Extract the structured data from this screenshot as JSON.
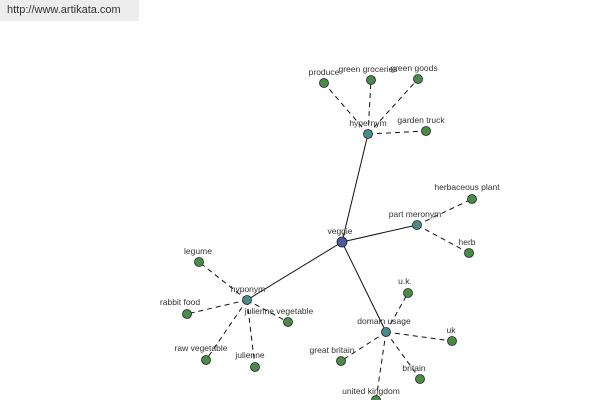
{
  "header": {
    "url": "http://www.artikata.com"
  },
  "colors": {
    "root_node": "#4a5a9a",
    "relation_node": "#4a8a8a",
    "leaf_node": "#4a8a4a",
    "edge": "#111111",
    "label": "#333333"
  },
  "graph": {
    "root": "veggie",
    "relations": [
      {
        "label": "hypernym",
        "leaves": [
          "produce",
          "green groceries",
          "green goods",
          "garden truck"
        ]
      },
      {
        "label": "part meronym",
        "leaves": [
          "herbaceous plant",
          "herb"
        ]
      },
      {
        "label": "hyponym",
        "leaves": [
          "legume",
          "rabbit food",
          "raw vegetable",
          "julienne",
          "julienne vegetable"
        ]
      },
      {
        "label": "domain usage",
        "leaves": [
          "u.k.",
          "uk",
          "britain",
          "united kingdom",
          "great britain"
        ]
      }
    ]
  }
}
